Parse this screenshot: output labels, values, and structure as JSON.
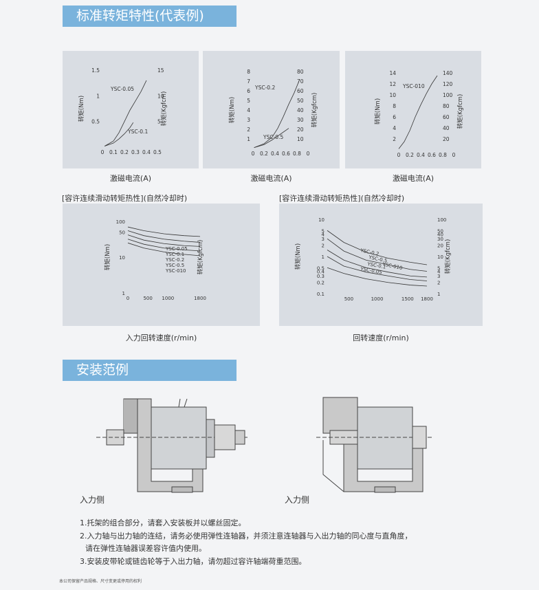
{
  "section1_title": "标准转矩特性(代表例)",
  "section2_title": "安装范例",
  "chart_data": [
    {
      "type": "line",
      "title": "",
      "xlabel": "激磁电流(A)",
      "ylabel": "转矩(Nm)",
      "ylabel2": "转矩(Kgfcm)",
      "x_ticks": [
        "0",
        "0.1",
        "0.2",
        "0.3",
        "0.4",
        "0.5"
      ],
      "y_ticks": [
        "0.5",
        "1",
        "1.5"
      ],
      "y2_ticks": [
        "5",
        "10",
        "15"
      ],
      "xlim": [
        0,
        0.5
      ],
      "ylim": [
        0,
        1.5
      ],
      "series": [
        {
          "name": "YSC-0.05",
          "x": [
            0.02,
            0.1,
            0.15,
            0.2,
            0.25,
            0.3,
            0.35,
            0.4
          ],
          "y": [
            0.02,
            0.12,
            0.28,
            0.5,
            0.72,
            0.9,
            1.08,
            1.3
          ]
        },
        {
          "name": "YSC-0.1",
          "x": [
            0.02,
            0.1,
            0.15,
            0.2,
            0.25,
            0.28
          ],
          "y": [
            0.02,
            0.08,
            0.16,
            0.26,
            0.38,
            0.48
          ]
        }
      ]
    },
    {
      "type": "line",
      "title": "",
      "xlabel": "激磁电流(A)",
      "ylabel": "转矩(Nm)",
      "ylabel2": "转矩(Kgfcm)",
      "x_ticks": [
        "0",
        "0.2",
        "0.4",
        "0.6",
        "0.8",
        "0"
      ],
      "y_ticks": [
        "1",
        "2",
        "3",
        "4",
        "5",
        "6",
        "7",
        "8"
      ],
      "y2_ticks": [
        "10",
        "20",
        "30",
        "40",
        "50",
        "60",
        "70",
        "80"
      ],
      "xlim": [
        0,
        1.0
      ],
      "ylim": [
        0,
        8
      ],
      "series": [
        {
          "name": "YSC-0.2",
          "x": [
            0.02,
            0.2,
            0.35,
            0.45,
            0.55,
            0.65,
            0.75,
            0.85
          ],
          "y": [
            0.1,
            0.5,
            1.2,
            2.1,
            3.3,
            4.6,
            5.8,
            7.2
          ]
        },
        {
          "name": "YSC-0.5",
          "x": [
            0.02,
            0.2,
            0.35,
            0.5,
            0.65
          ],
          "y": [
            0.1,
            0.4,
            0.9,
            1.5,
            2.1
          ]
        }
      ]
    },
    {
      "type": "line",
      "title": "",
      "xlabel": "激磁电流(A)",
      "ylabel": "转矩(Nm)",
      "ylabel2": "转矩(Kgfcm)",
      "x_ticks": [
        "0",
        "0.2",
        "0.4",
        "0.6",
        "0.8",
        "0"
      ],
      "y_ticks": [
        "2",
        "4",
        "6",
        "8",
        "10",
        "12",
        "14"
      ],
      "y2_ticks": [
        "20",
        "40",
        "60",
        "80",
        "100",
        "120",
        "140"
      ],
      "xlim": [
        0,
        1.0
      ],
      "ylim": [
        0,
        14
      ],
      "series": [
        {
          "name": "YSC-010",
          "x": [
            0.0,
            0.1,
            0.2,
            0.3,
            0.4,
            0.5,
            0.6,
            0.7
          ],
          "y": [
            0.2,
            1.5,
            3.5,
            6.0,
            8.2,
            10.2,
            12.0,
            13.5
          ]
        }
      ]
    },
    {
      "type": "line",
      "title": "[容许连续滑动转矩热性](自然冷却时)",
      "xlabel": "入力回转速度(r/min)",
      "ylabel": "转矩(Nm)",
      "ylabel2": "转矩(Kgfcm)",
      "x_ticks": [
        "0",
        "500",
        "1000",
        "1800"
      ],
      "y_ticks": [
        "100",
        "50",
        "10",
        "1"
      ],
      "xlim": [
        0,
        1800
      ],
      "ylim_log": [
        1,
        100
      ],
      "series": [
        {
          "name": "YSC-0.05",
          "x": [
            0,
            400,
            900,
            1400,
            1800
          ],
          "y": [
            70,
            55,
            45,
            40,
            38
          ]
        },
        {
          "name": "YSC-0.1",
          "x": [
            0,
            400,
            900,
            1400,
            1800
          ],
          "y": [
            55,
            40,
            32,
            28,
            26
          ]
        },
        {
          "name": "YSC-0.2",
          "x": [
            0,
            400,
            900,
            1400,
            1800
          ],
          "y": [
            42,
            30,
            24,
            21,
            20
          ]
        },
        {
          "name": "YSC-0.5",
          "x": [
            0,
            400,
            900,
            1400,
            1800
          ],
          "y": [
            32,
            23,
            18,
            16,
            15
          ]
        },
        {
          "name": "YSC-010",
          "x": [
            0,
            400,
            900,
            1400,
            1800
          ],
          "y": [
            25,
            18,
            14,
            12,
            11
          ]
        }
      ]
    },
    {
      "type": "line",
      "title": "[容许连续滑动转矩热性](自然冷却时)",
      "xlabel": "回转速度(r/min)",
      "ylabel": "转矩(Nm)",
      "ylabel2": "转矩(Kgfcm)",
      "x_ticks": [
        "500",
        "1000",
        "1500",
        "1800"
      ],
      "y_ticks": [
        "10",
        "5",
        "4",
        "3",
        "2",
        "1",
        "0.5",
        "0.4",
        "0.3",
        "0.2",
        "0.1"
      ],
      "y2_ticks": [
        "100",
        "50",
        "40",
        "30",
        "20",
        "10",
        "5",
        "4",
        "3",
        "2",
        "1"
      ],
      "xlim": [
        0,
        1800
      ],
      "ylim_log": [
        0.1,
        10
      ],
      "series": [
        {
          "name": "YSC-010",
          "x": [
            0,
            300,
            700,
            1100,
            1500,
            1800
          ],
          "y": [
            5,
            2.4,
            1.3,
            0.9,
            0.7,
            0.6
          ]
        },
        {
          "name": "YSC-0.5",
          "x": [
            0,
            300,
            700,
            1100,
            1500,
            1800
          ],
          "y": [
            3,
            1.4,
            0.8,
            0.6,
            0.45,
            0.4
          ]
        },
        {
          "name": "YSC-0.2",
          "x": [
            0,
            300,
            700,
            1100,
            1500,
            1800
          ],
          "y": [
            1.5,
            0.8,
            0.5,
            0.38,
            0.3,
            0.28
          ]
        },
        {
          "name": "YSC-0.1",
          "x": [
            0,
            300,
            700,
            1100,
            1500,
            1800
          ],
          "y": [
            1.0,
            0.55,
            0.38,
            0.3,
            0.24,
            0.22
          ]
        },
        {
          "name": "YSC-0.05",
          "x": [
            0,
            300,
            700,
            1100,
            1500,
            1800
          ],
          "y": [
            0.5,
            0.35,
            0.25,
            0.2,
            0.17,
            0.16
          ]
        }
      ]
    }
  ],
  "install": {
    "input_side_label": "入力侧"
  },
  "notes": [
    "1.托架的组合部分，请套入安装板并以螺丝固定。",
    "2.入力轴与出力轴的连结，请务必使用弹性连轴器，并须注意连轴器与入出力轴的同心度与直角度，",
    "请在弹性连轴器误差容许值内使用。",
    "3.安装皮带轮或链齿轮等于入出力轴，请勿超过容许轴端荷重范围。"
  ],
  "footer": "本公司保留产品规格、尺寸变更或停用的权利"
}
